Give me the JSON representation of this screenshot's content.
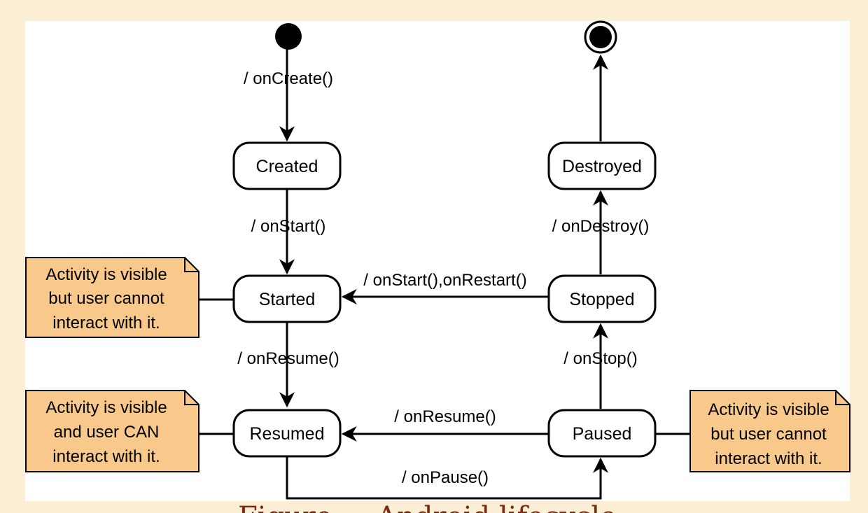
{
  "colors": {
    "page_background": "#fbeed5",
    "diagram_background": "#ffffff",
    "note_fill": "#f8c98a",
    "stroke": "#000000",
    "caption": "#7b2a10"
  },
  "states": {
    "created": "Created",
    "started": "Started",
    "resumed": "Resumed",
    "paused": "Paused",
    "stopped": "Stopped",
    "destroyed": "Destroyed"
  },
  "transitions": {
    "on_create": "/ onCreate()",
    "on_start": "/ onStart()",
    "on_resume": "/ onResume()",
    "on_pause": "/ onPause()",
    "on_resume_back": "/ onResume()",
    "on_stop": "/ onStop()",
    "on_restart": "/ onStart(),onRestart()",
    "on_destroy": "/ onDestroy()"
  },
  "notes": {
    "started": [
      "Activity is visible",
      "but user cannot",
      "interact with it."
    ],
    "resumed": [
      "Activity is visible",
      "and user CAN",
      "interact with it."
    ],
    "paused": [
      "Activity is visible",
      "but user cannot",
      "interact with it."
    ]
  },
  "caption": "Figure ... Android lifecycle"
}
